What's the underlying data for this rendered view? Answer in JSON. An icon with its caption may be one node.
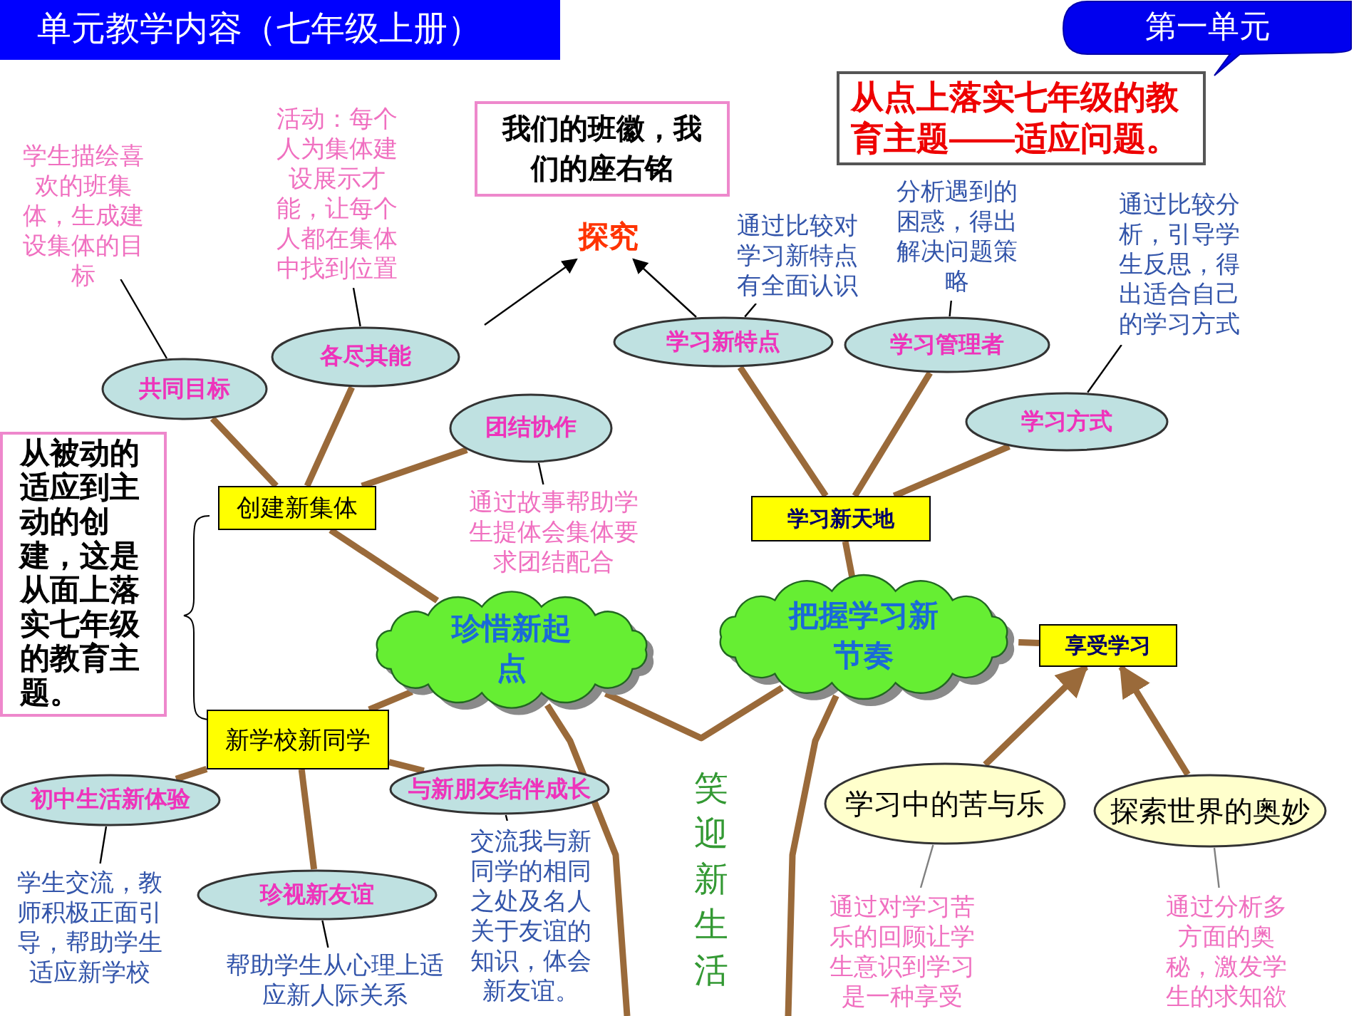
{
  "diagram": {
    "title": "单元教学内容（七年级上册）",
    "nodes": [
      {
        "text": [
          "第一单元"
        ]
      },
      {
        "text": [
          "从点上落实七年级的教育主题——适应问题。"
        ]
      },
      {
        "text": [
          "我们的班徽，我们的座右铭"
        ]
      },
      {
        "text": [
          "探究"
        ]
      },
      {
        "text": [
          "学生描绘喜欢的班集体，生成建设集体的目标"
        ]
      },
      {
        "text": [
          "活动：每个人为集体建设展示才能，让每个人都在集体中找到位置"
        ]
      },
      {
        "text": [
          "共同目标"
        ]
      },
      {
        "text": [
          "各尽其能"
        ]
      },
      {
        "text": [
          "团结协作"
        ]
      },
      {
        "text": [
          "通过故事帮助学生提体会集体要求团结配合"
        ]
      },
      {
        "text": [
          "创建新集体"
        ]
      },
      {
        "text": [
          "从被动的适应到主动的创建，这是从面上落实七年级的教育主题。"
        ]
      },
      {
        "text": [
          "珍惜新起点"
        ]
      },
      {
        "text": [
          "新学校新同学"
        ]
      },
      {
        "text": [
          "初中生活新体验"
        ]
      },
      {
        "text": [
          "与新朋友结伴成长"
        ]
      },
      {
        "text": [
          "珍视新友谊"
        ]
      },
      {
        "text": [
          "学生交流，教师积极正面引导，帮助学生适应新学校"
        ]
      },
      {
        "text": [
          "帮助学生从心理上适应新人际关系"
        ]
      },
      {
        "text": [
          "交流我与新同学的相同之处及名人关于友谊的知识，体会新友谊。"
        ]
      },
      {
        "text": [
          "把握学习新节奏"
        ]
      },
      {
        "text": [
          "学习新天地"
        ]
      },
      {
        "text": [
          "学习新特点"
        ]
      },
      {
        "text": [
          "学习管理者"
        ]
      },
      {
        "text": [
          "学习方式"
        ]
      },
      {
        "text": [
          "通过比较对学习新特点有全面认识"
        ]
      },
      {
        "text": [
          "分析遇到的困惑，得出解决问题策略"
        ]
      },
      {
        "text": [
          "通过比较分析，引导学生反思，得出适合自己的学习方式"
        ]
      },
      {
        "text": [
          "享受学习"
        ]
      },
      {
        "text": [
          "学习中的苦与乐"
        ]
      },
      {
        "text": [
          "探索世界的奥妙"
        ]
      },
      {
        "text": [
          "通过对学习苦乐的回顾让学生意识到学习是一种享受"
        ]
      },
      {
        "text": [
          "通过分析多方面的奥秘，激发学生的求知欲"
        ]
      }
    ],
    "edges": [
      {
        "from": 4,
        "to": 6,
        "arrow": "none",
        "color": "#000000"
      },
      {
        "from": 5,
        "to": 7,
        "arrow": "none",
        "color": "#000000"
      },
      {
        "from": 6,
        "to": 10,
        "arrow": "none"
      },
      {
        "from": 7,
        "to": 10,
        "arrow": "none"
      },
      {
        "from": 8,
        "to": 10,
        "arrow": "none"
      },
      {
        "from": 8,
        "to": 9,
        "arrow": "none",
        "color": "#000000"
      },
      {
        "from": 10,
        "to": 12,
        "arrow": "none"
      },
      {
        "from": 12,
        "to": 13,
        "arrow": "none"
      },
      {
        "from": 13,
        "to": 14,
        "arrow": "none"
      },
      {
        "from": 13,
        "to": 16,
        "arrow": "none"
      },
      {
        "from": 13,
        "to": 15,
        "arrow": "none"
      },
      {
        "from": 14,
        "to": 17,
        "arrow": "none",
        "color": "#000000"
      },
      {
        "from": 16,
        "to": 18,
        "arrow": "none",
        "color": "#000000"
      },
      {
        "from": 15,
        "to": 19,
        "arrow": "none",
        "color": "#000000"
      },
      {
        "from": null,
        "to": 3,
        "arrow": "to",
        "color": "#000000"
      },
      {
        "from": 22,
        "to": 3,
        "arrow": "to",
        "color": "#000000"
      },
      {
        "from": 22,
        "to": 25,
        "arrow": "none",
        "color": "#000000"
      },
      {
        "from": 23,
        "to": 26,
        "arrow": "none",
        "color": "#000000"
      },
      {
        "from": 24,
        "to": 27,
        "arrow": "none",
        "color": "#000000"
      },
      {
        "from": 22,
        "to": 21,
        "arrow": "none"
      },
      {
        "from": 23,
        "to": 21,
        "arrow": "none"
      },
      {
        "from": 24,
        "to": 21,
        "arrow": "none"
      },
      {
        "from": 21,
        "to": 20,
        "arrow": "none"
      },
      {
        "from": 20,
        "to": 28,
        "arrow": "none"
      },
      {
        "from": 29,
        "to": 28,
        "arrow": "to"
      },
      {
        "from": 30,
        "to": 28,
        "arrow": "to"
      },
      {
        "from": 29,
        "to": 31,
        "arrow": "none",
        "color": "#808080"
      },
      {
        "from": 30,
        "to": 32,
        "arrow": "none",
        "color": "#808080"
      },
      {
        "from": 12,
        "to": 20,
        "arrow": "none"
      },
      {
        "from": 12,
        "to": null,
        "arrow": "none"
      },
      {
        "from": 20,
        "to": null,
        "arrow": "none"
      }
    ],
    "labels": [
      "笑迎新生活"
    ]
  }
}
